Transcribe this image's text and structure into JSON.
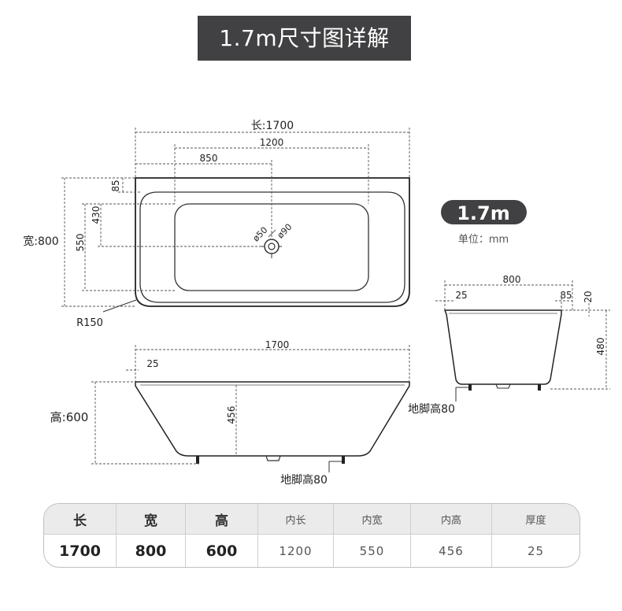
{
  "title": "1.7m尺寸图详解",
  "badge": "1.7m",
  "unit_label": "单位：mm",
  "top_view": {
    "length_label": "长:1700",
    "inner_length": "1200",
    "drain_offset": "850",
    "rim_top": "85",
    "inner_width": "550",
    "drain_depth": "430",
    "width_label": "宽:800",
    "drain_small": "ø50",
    "drain_large": "ø90",
    "radius": "R150"
  },
  "side_view": {
    "length": "1700",
    "rim": "25",
    "height_label": "高:600",
    "inner_height": "456",
    "feet": "地脚高80"
  },
  "end_view": {
    "width": "800",
    "rim_left": "25",
    "rim_right": "85",
    "top": "20",
    "height": "480",
    "feet": "地脚高80"
  },
  "table": {
    "headers": [
      "长",
      "宽",
      "高",
      "内长",
      "内宽",
      "内高",
      "厚度"
    ],
    "values": [
      "1700",
      "800",
      "600",
      "1200",
      "550",
      "456",
      "25"
    ]
  }
}
